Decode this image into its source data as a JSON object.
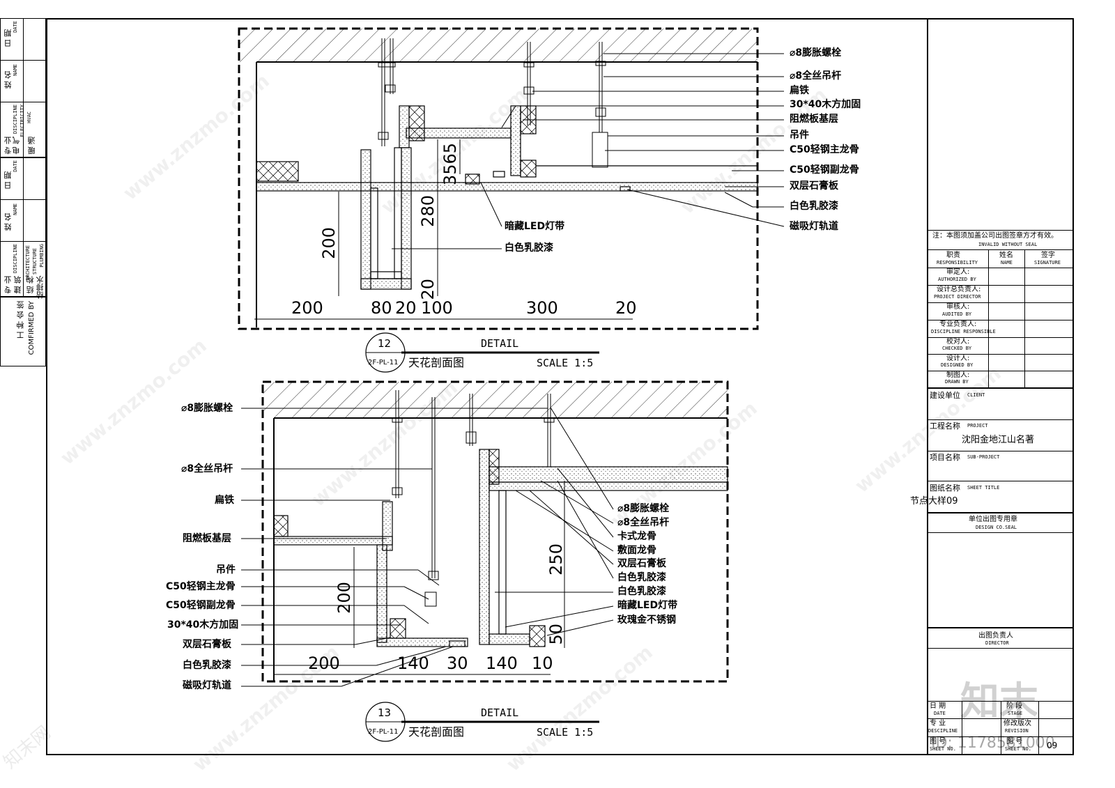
{
  "left_strip": {
    "rows": [
      {
        "cn": "日 期",
        "en": "DATE"
      },
      {
        "cn": "姓 名",
        "en": "NAME"
      },
      {
        "cn": "专 业",
        "en": "DISCIPLINE"
      },
      {
        "cn": "日 期",
        "en": "DATE"
      },
      {
        "cn": "姓 名",
        "en": "NAME"
      },
      {
        "cn": "专 业",
        "en": "DISCIPLINE"
      }
    ],
    "disciplines_a": [
      {
        "cn": "电 气",
        "en": "ELECTRICITY"
      },
      {
        "cn": "暖 通",
        "en": "HVAC"
      }
    ],
    "disciplines_b": [
      {
        "cn": "建 筑",
        "en": "ARCHITECTURE"
      },
      {
        "cn": "结 构",
        "en": "STRUCTURE"
      },
      {
        "cn": "给排水",
        "en": "PLUMBING"
      }
    ],
    "confirm_cn": "工 种 会 签",
    "confirm_en": "COMFIRMED BY"
  },
  "detail12": {
    "number": "12",
    "ref": "2F-PL-11",
    "title_en": "DETAIL",
    "title_cn": "天花剖面图",
    "scale": "SCALE 1:5",
    "right_labels": [
      "⌀8膨胀螺栓",
      "⌀8全丝吊杆",
      "扁铁",
      "30*40木方加固",
      "阻燃板基层",
      "吊件",
      "C50轻钢主龙骨",
      "C50轻钢副龙骨",
      "双层石膏板",
      "白色乳胶漆",
      "磁吸灯轨道"
    ],
    "inner_labels": [
      "暗藏LED灯带",
      "白色乳胶漆"
    ],
    "dims_bottom": [
      "200",
      "80",
      "20",
      "100",
      "300",
      "20"
    ],
    "dims_vertical": [
      "200",
      "280",
      "3565",
      "20"
    ]
  },
  "detail13": {
    "number": "13",
    "ref": "2F-PL-11",
    "title_en": "DETAIL",
    "title_cn": "天花剖面图",
    "scale": "SCALE 1:5",
    "left_labels": [
      "⌀8膨胀螺栓",
      "⌀8全丝吊杆",
      "扁铁",
      "阻燃板基层",
      "吊件",
      "C50轻钢主龙骨",
      "C50轻钢副龙骨",
      "30*40木方加固",
      "双层石膏板",
      "白色乳胶漆",
      "磁吸灯轨道"
    ],
    "right_labels": [
      "⌀8膨胀螺栓",
      "⌀8全丝吊杆",
      "卡式龙骨",
      "敷面龙骨",
      "双层石膏板",
      "白色乳胶漆",
      "白色乳胶漆",
      "暗藏LED灯带",
      "玫瑰金不锈钢"
    ],
    "dims_bottom": [
      "200",
      "140",
      "30",
      "140",
      "10"
    ],
    "dims_vertical": [
      "200",
      "250",
      "50"
    ]
  },
  "title_block": {
    "note_cn": "注：本图须加盖公司出图签章方才有效。",
    "note_en": "INVALID WITHOUT SEAL",
    "head": [
      {
        "cn": "职责",
        "en": "RESPONSIBILITY"
      },
      {
        "cn": "姓名",
        "en": "NAME"
      },
      {
        "cn": "签字",
        "en": "SIGNATURE"
      }
    ],
    "roles": [
      {
        "cn": "审定人:",
        "en": "AUTHORIZED BY"
      },
      {
        "cn": "设计总负责人:",
        "en": "PROJECT DIRECTOR"
      },
      {
        "cn": "审核人:",
        "en": "AUDITED BY"
      },
      {
        "cn": "专业负责人:",
        "en": "DISCIPLINE RESPONSIBLE"
      },
      {
        "cn": "校对人:",
        "en": "CHECKED BY"
      },
      {
        "cn": "设计人:",
        "en": "DESIGNED BY"
      },
      {
        "cn": "制图人:",
        "en": "DRAWN BY"
      }
    ],
    "client_cn": "建设单位",
    "client_en": "CLIENT",
    "project_cn": "工程名称",
    "project_en": "PROJECT",
    "project_value": "沈阳金地江山名著",
    "subproject_cn": "项目名称",
    "subproject_en": "SUB-PROJECT",
    "sheet_title_cn": "图纸名称",
    "sheet_title_en": "SHEET TITLE",
    "sheet_title_value": "节点大样09",
    "seal_cn": "单位出图专用章",
    "seal_en": "DESIGN CO.SEAL",
    "director_cn": "出图负责人",
    "director_en": "DIRECTOR",
    "date_cn": "日 期",
    "date_en": "DATE",
    "stage_cn": "阶 段",
    "stage_en": "STAGE",
    "discipline_cn": "专 业",
    "discipline_en": "DESCIPLINE",
    "revision_cn": "修改版次",
    "revision_en": "REVISION",
    "sheet_no_cn": "图 号",
    "sheet_no_en": "SHEET NO.",
    "sheet_no_cn2": "图 号",
    "sheet_no_en2": "SHEET NO.",
    "sheet_no_value": "09"
  },
  "watermark": {
    "text": "www.znzmo.com",
    "brand_cn": "知末网",
    "logo_cn": "知末",
    "id": "ID: 1178581000"
  }
}
